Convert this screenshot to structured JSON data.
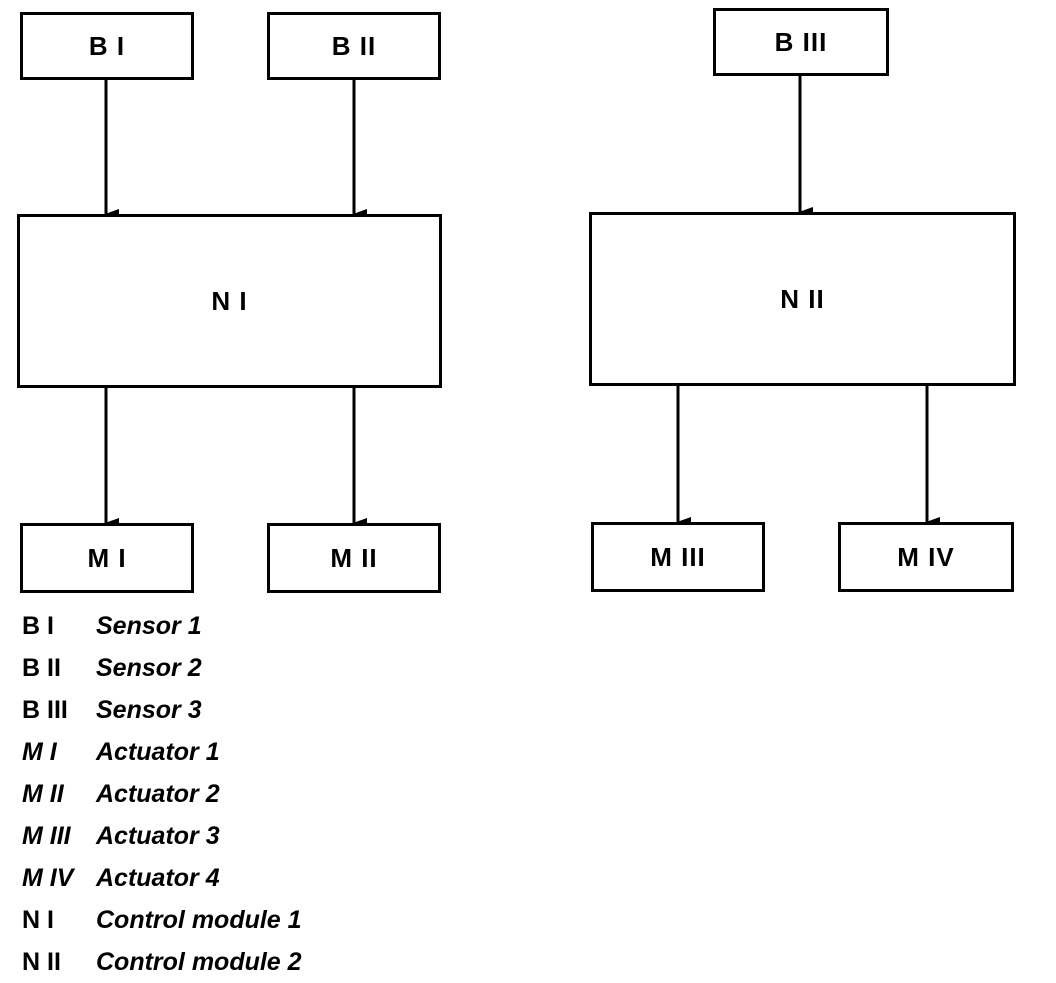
{
  "diagram": {
    "boxes": {
      "b1": "B I",
      "b2": "B II",
      "b3": "B III",
      "n1": "N I",
      "n2": "N II",
      "m1": "M I",
      "m2": "M II",
      "m3": "M III",
      "m4": "M IV"
    }
  },
  "legend": [
    {
      "code": "B I",
      "desc": "Sensor 1"
    },
    {
      "code": "B II",
      "desc": "Sensor 2"
    },
    {
      "code": "B III",
      "desc": "Sensor 3"
    },
    {
      "code": "M I",
      "desc": "Actuator 1"
    },
    {
      "code": "M II",
      "desc": "Actuator 2"
    },
    {
      "code": "M III",
      "desc": "Actuator 3"
    },
    {
      "code": "M IV",
      "desc": "Actuator 4"
    },
    {
      "code": "N I",
      "desc": "Control module 1"
    },
    {
      "code": "N II",
      "desc": "Control module 2"
    }
  ]
}
